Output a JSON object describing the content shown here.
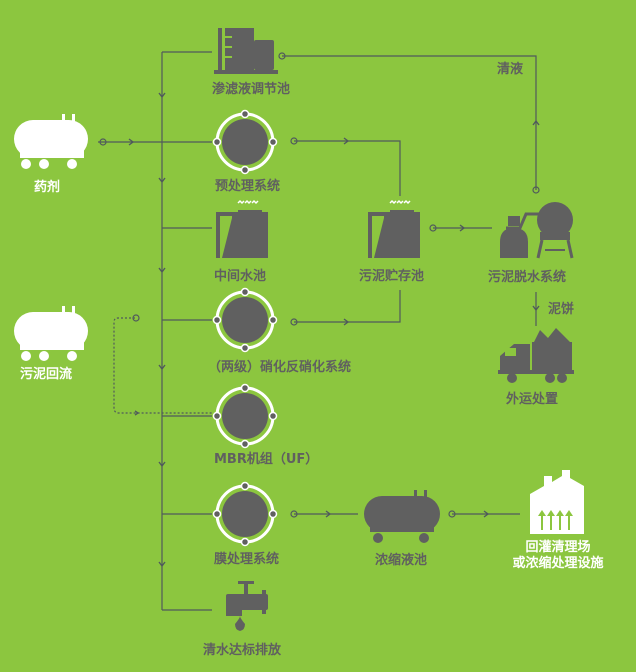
{
  "diagram": {
    "colors": {
      "background": "#8cc63f",
      "line": "#505a5c",
      "icon": "#606060",
      "white": "#ffffff"
    },
    "labels": {
      "leachate_tank": "渗滤液调节池",
      "chemicals": "药剂",
      "pretreatment": "预处理系统",
      "intermediate_pool": "中间水池",
      "sludge_storage": "污泥贮存池",
      "sludge_dewatering": "污泥脱水系统",
      "clear_liquid": "清液",
      "sludge_cake": "泥饼",
      "sludge_return": "污泥回流",
      "nitrification": "（两级）硝化反硝化系统",
      "external_disposal": "外运处置",
      "mbr": "MBR机组（UF）",
      "membrane": "膜处理系统",
      "concentrate_tank": "浓缩液池",
      "recirculation_line1": "回灌清理场",
      "recirculation_line2": "或浓缩处理设施",
      "discharge": "清水达标排放"
    }
  }
}
